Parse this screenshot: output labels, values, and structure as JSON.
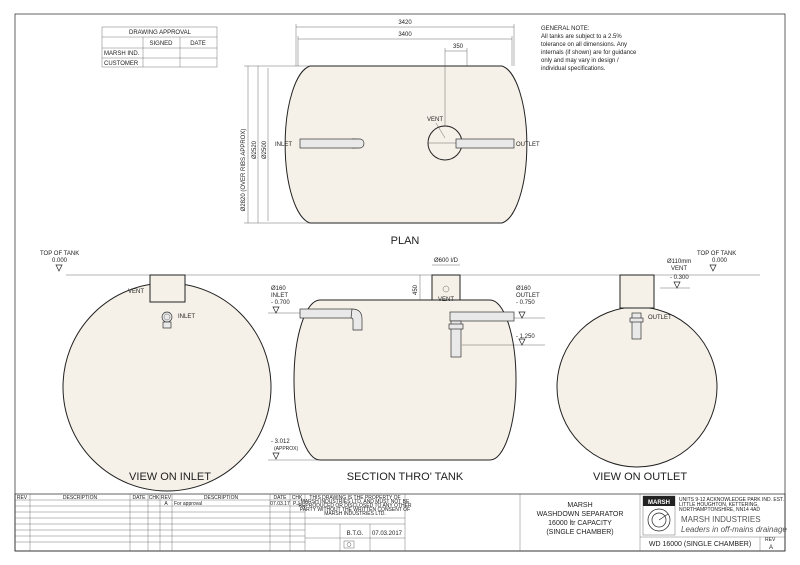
{
  "approval": {
    "title": "DRAWING APPROVAL",
    "col_signed": "SIGNED",
    "col_date": "DATE",
    "rows": [
      "MARSH IND.",
      "CUSTOMER"
    ]
  },
  "general_note": {
    "heading": "GENERAL NOTE:",
    "lines": [
      "All tanks are subject to a 2.5%",
      "tolerance on all dimensions. Any",
      "internals (if shown) are for guidance",
      "only and may vary in design /",
      "individual specifications."
    ]
  },
  "plan": {
    "dim_overall": "3420",
    "dim_body": "3400",
    "dim_vent_offset": "350",
    "dim_height_ribs": "Ø2820 (OVER RIBS APPROX)",
    "dim_h1": "Ø2520",
    "dim_h2": "Ø2500",
    "inlet": "INLET",
    "outlet": "OUTLET",
    "vent": "VENT",
    "caption": "PLAN"
  },
  "view_inlet": {
    "top_label": "TOP OF TANK",
    "top_value": "0.000",
    "vent": "VENT",
    "inlet": "INLET",
    "caption": "VIEW ON INLET"
  },
  "section": {
    "manway": "Ø600 I/D",
    "dim_450": "450",
    "vent": "VENT",
    "inlet_size": "Ø160",
    "inlet_label": "INLET",
    "inlet_level": "- 0.700",
    "outlet_size": "Ø160",
    "outlet_label": "OUTLET",
    "outlet_level": "- 0.750",
    "level_1250": "- 1.250",
    "level_bottom": "- 3.012",
    "bottom_note": "(APPROX)",
    "caption": "SECTION THRO' TANK"
  },
  "view_outlet": {
    "top_label": "TOP OF TANK",
    "top_value": "0.000",
    "vent_size": "Ø110mm",
    "vent_label": "VENT",
    "vent_level": "- 0.300",
    "outlet": "OUTLET",
    "caption": "VIEW ON OUTLET"
  },
  "title_block": {
    "rev_headers": [
      "REV",
      "DESCRIPTION",
      "DATE",
      "CHK"
    ],
    "rev_headers2": [
      "REV",
      "DESCRIPTION",
      "DATE",
      "CHK"
    ],
    "rev_entry": {
      "rev": "A",
      "description": "For approval",
      "date": "07.03.17",
      "chk": "P.J."
    },
    "copyright": [
      "THIS DRAWING IS THE PROPERTY OF",
      "MARSH INDUSTRIES LTD. AND MUST NOT BE",
      "REPRODUCED OR DISCLOSED TO ANY OTHER",
      "PARTY WITHOUT THE WRITTEN CONSENT OF",
      "MARSH INDUSTRIES LTD."
    ],
    "drawn_by": "B.T.G.",
    "date": "07.03.2017",
    "company": "MARSH",
    "product": [
      "WASHDOWN SEPARATOR",
      "16000 ltr CAPACITY",
      "(SINGLE CHAMBER)"
    ],
    "logo": "MARSH",
    "address": [
      "UNITS 9-12 ACKNOWLEDGE PARK IND. EST.",
      "LITTLE HOUGHTON, KETTERING,",
      "NORTHAMPTONSHIRE, NN14 4AD"
    ],
    "brand": "MARSH INDUSTRIES",
    "tagline": "Leaders in off-mains drainage",
    "drawing_no": "WD 16000 (SINGLE CHAMBER)",
    "rev_label": "REV",
    "rev_value": "A"
  }
}
